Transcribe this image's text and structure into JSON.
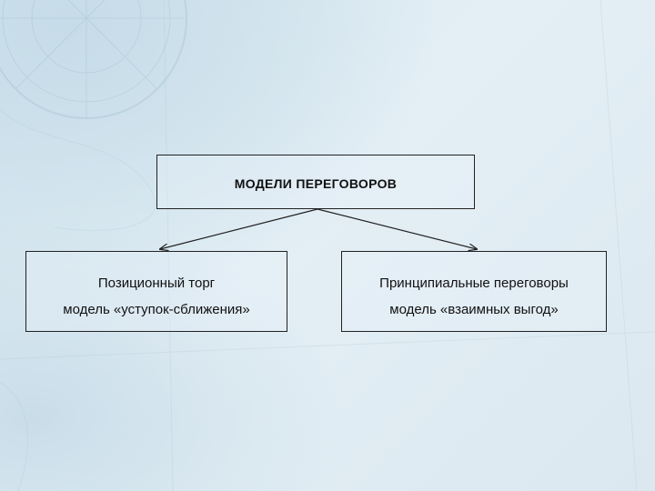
{
  "diagram": {
    "title": "МОДЕЛИ ПЕРЕГОВОРОВ",
    "left": {
      "name": "Позиционный торг",
      "description": "модель «уступок-сближения»"
    },
    "right": {
      "name": "Принципиальные переговоры",
      "description": "модель «взаимных выгод»"
    }
  },
  "colors": {
    "background": "#dbe9f1",
    "line": "#222222"
  },
  "icons": [
    "compass-rose-icon"
  ]
}
